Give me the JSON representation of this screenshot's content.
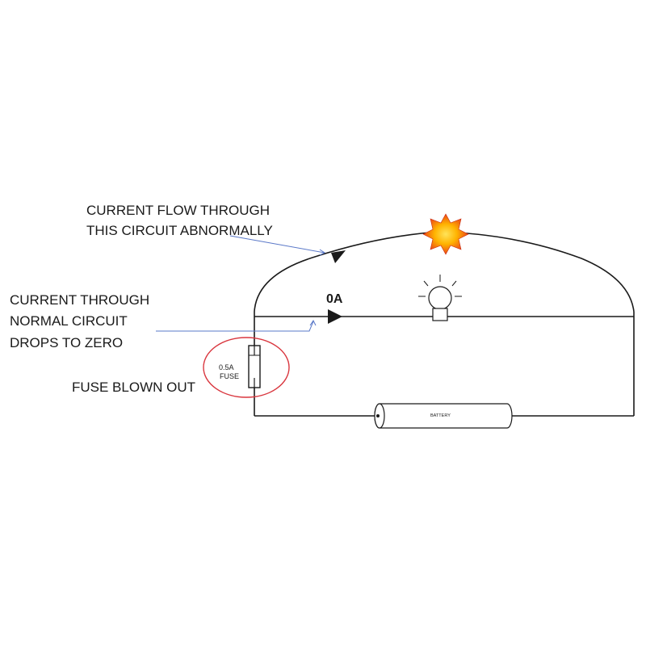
{
  "annotations": {
    "abnormal_line1": "CURRENT FLOW THROUGH",
    "abnormal_line2": "THIS CIRCUIT ABNORMALLY",
    "normal_line1": "CURRENT THROUGH",
    "normal_line2": "NORMAL CIRCUIT",
    "normal_line3": "DROPS TO ZERO",
    "fuse_blown": "FUSE BLOWN OUT"
  },
  "components": {
    "current_value": "0A",
    "fuse_rating": "0.5A",
    "fuse_label": "FUSE",
    "battery_label": "BATTERY"
  },
  "colors": {
    "wire": "#1a1a1a",
    "pointer_line": "#5a78c8",
    "fuse_highlight": "#d9363e",
    "spark_outer": "#e8331c",
    "spark_inner": "#ffcc00"
  }
}
